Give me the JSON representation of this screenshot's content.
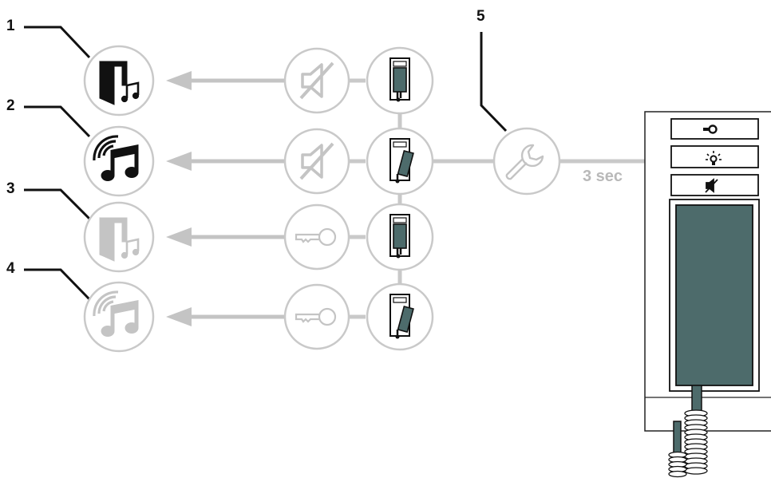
{
  "callouts": [
    {
      "number": "1",
      "icon": "door-melody-icon",
      "state": "active"
    },
    {
      "number": "2",
      "icon": "call-melody-icon",
      "state": "active"
    },
    {
      "number": "3",
      "icon": "door-melody-icon",
      "state": "inactive"
    },
    {
      "number": "4",
      "icon": "call-melody-icon",
      "state": "inactive"
    }
  ],
  "settings_callout": {
    "number": "5",
    "icon": "wrench-icon"
  },
  "hold_duration": "3 sec",
  "rows": [
    {
      "button_icon": "mute-icon",
      "handset_state": "on-hook"
    },
    {
      "button_icon": "mute-icon",
      "handset_state": "off-hook"
    },
    {
      "button_icon": "key-icon",
      "handset_state": "on-hook"
    },
    {
      "button_icon": "key-icon",
      "handset_state": "off-hook"
    }
  ],
  "device": {
    "buttons": [
      "key-icon",
      "light-icon",
      "mute-icon"
    ],
    "handset_color": "#4d6b6b"
  },
  "colors": {
    "active": "#111111",
    "inactive": "#c4c4c4",
    "outline": "#c9c9c9",
    "handset": "#4d6b6b"
  }
}
